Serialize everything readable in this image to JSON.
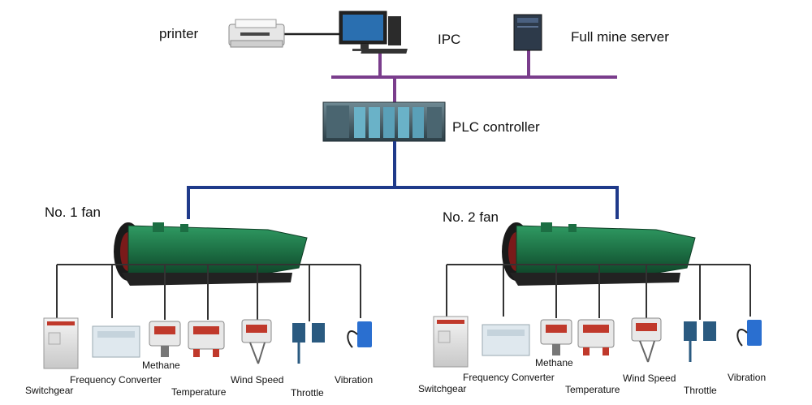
{
  "top": {
    "printer": "printer",
    "ipc": "IPC",
    "server": "Full mine server",
    "plc": "PLC controller"
  },
  "fans": [
    {
      "label": "No. 1 fan",
      "devices": {
        "switchgear": "Switchgear",
        "frequency_converter": "Frequency Converter",
        "methane": "Methane",
        "temperature": "Temperature",
        "wind_speed": "Wind Speed",
        "throttle": "Throttle",
        "vibration": "Vibration"
      }
    },
    {
      "label": "No. 2 fan",
      "devices": {
        "switchgear": "Switchgear",
        "frequency_converter": "Frequency Converter",
        "methane": "Methane",
        "temperature": "Temperature",
        "wind_speed": "Wind Speed",
        "throttle": "Throttle",
        "vibration": "Vibration"
      }
    }
  ],
  "colors": {
    "ethernet_line": "#7a3d8c",
    "fieldbus_line": "#1f3a8a",
    "device_line": "#333333",
    "fan_body": "#1f7a4a",
    "plc_body": "#3a5560"
  }
}
